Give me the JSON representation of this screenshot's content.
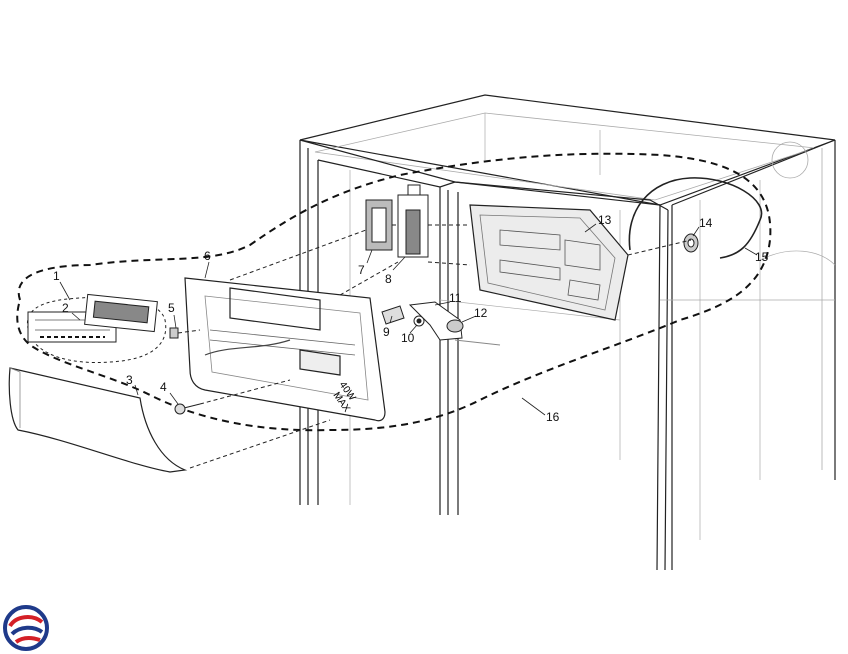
{
  "diagram": {
    "callouts": [
      "1",
      "2",
      "3",
      "4",
      "5",
      "6",
      "7",
      "8",
      "9",
      "10",
      "11",
      "12",
      "13",
      "14",
      "15",
      "16"
    ],
    "lamp_text": [
      "40W",
      "MAX"
    ]
  },
  "colors": {
    "line": "#222222",
    "light_line": "#9a9a9a",
    "logo_blue": "#1f3a8a",
    "logo_red": "#d42027"
  },
  "logo": {
    "icon": "brand-swirl-logo"
  }
}
